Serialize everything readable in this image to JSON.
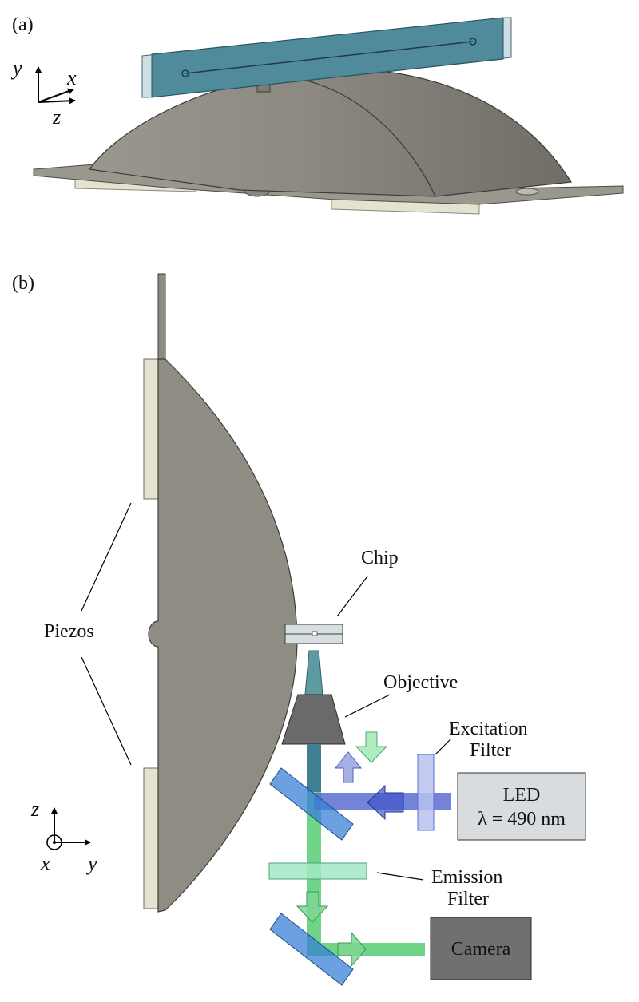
{
  "panel_a": {
    "label": "(a)",
    "axes": {
      "y": "y",
      "x": "x",
      "z": "z"
    }
  },
  "panel_b": {
    "label": "(b)",
    "callouts": {
      "piezos": "Piezos",
      "chip": "Chip",
      "objective": "Objective",
      "excitation_filter_line1": "Excitation",
      "excitation_filter_line2": "Filter",
      "led_line1": "LED",
      "led_line2": "λ = 490 nm",
      "emission_filter_line1": "Emission",
      "emission_filter_line2": "Filter",
      "camera": "Camera"
    },
    "axes": {
      "z": "z",
      "x": "x",
      "y": "y"
    }
  },
  "colors": {
    "mount": "#8f8c84",
    "piezo": "#e5e2d2",
    "chip_glass": "#3f7f92",
    "excitation_blue": "#5a6fd1",
    "emission_green": "#5fcf7a",
    "camera": "#707070",
    "led_box": "#d9dcde"
  }
}
